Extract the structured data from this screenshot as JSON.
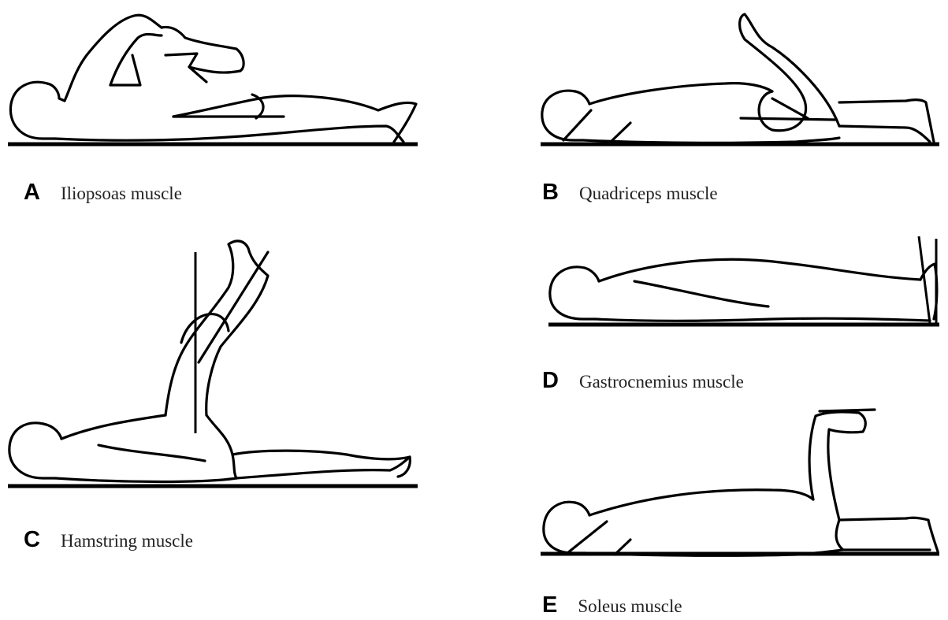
{
  "panels": [
    {
      "letter": "A",
      "muscle": "Iliopsoas muscle"
    },
    {
      "letter": "B",
      "muscle": "Quadriceps muscle"
    },
    {
      "letter": "C",
      "muscle": "Hamstring muscle"
    },
    {
      "letter": "D",
      "muscle": "Gastrocnemius muscle"
    },
    {
      "letter": "E",
      "muscle": "Soleus muscle"
    }
  ]
}
